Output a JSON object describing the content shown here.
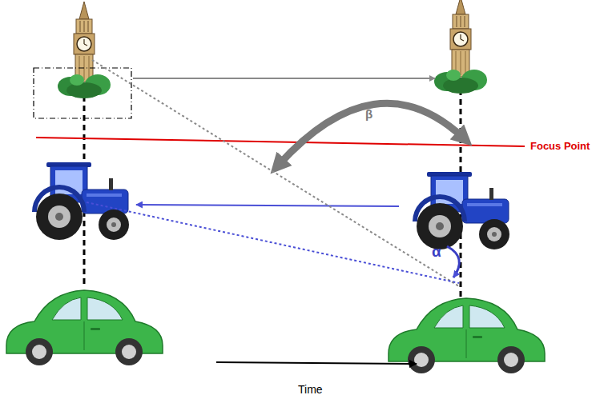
{
  "diagram": {
    "labels": [
      "β",
      "Focus Point",
      "α",
      "Time"
    ]
  }
}
